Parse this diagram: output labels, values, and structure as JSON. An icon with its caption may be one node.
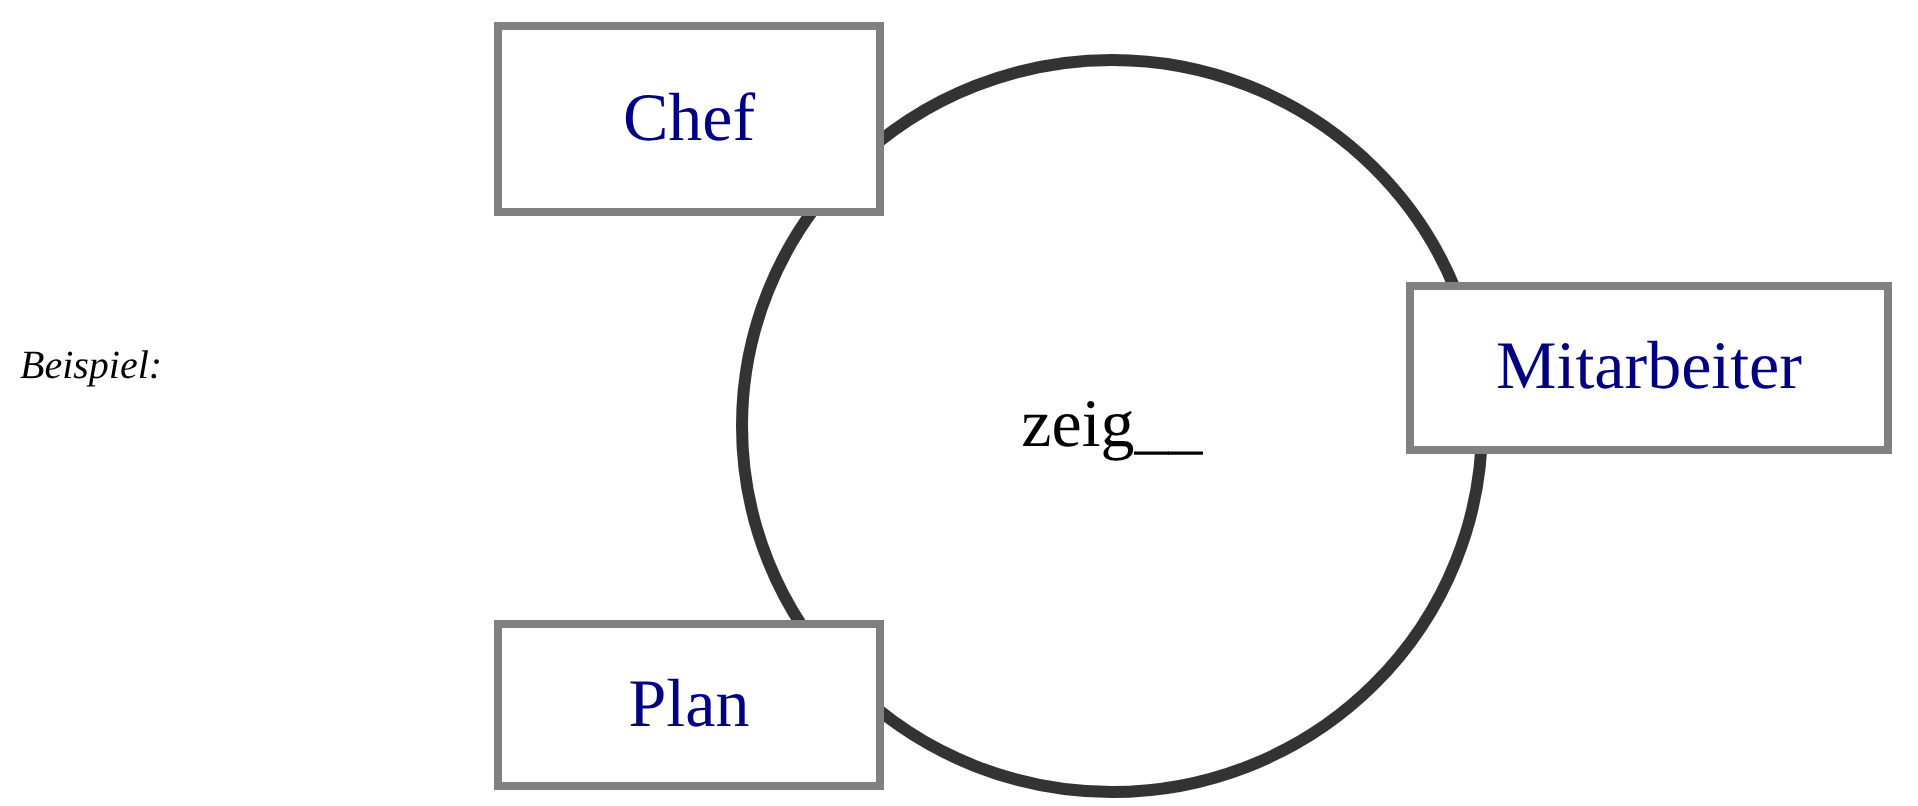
{
  "diagram": {
    "nodes": [
      {
        "text": [
          "zeig__"
        ]
      },
      {
        "text": [
          "Chef"
        ]
      },
      {
        "text": [
          "Mitarbeiter"
        ]
      },
      {
        "text": [
          "Plan"
        ]
      }
    ],
    "labels": [
      "Beispiel:"
    ]
  }
}
